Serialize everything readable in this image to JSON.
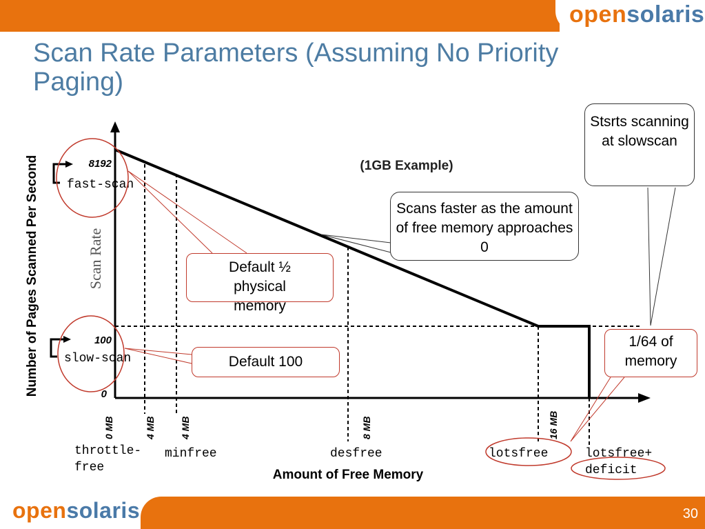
{
  "brand": {
    "part1": "open",
    "part2": "solaris"
  },
  "slide": {
    "title": "Scan Rate Parameters (Assuming No Priority Paging)",
    "page_number": "30"
  },
  "chart_data": {
    "type": "line",
    "title": "(1GB Example)",
    "xlabel": "Amount of Free Memory",
    "ylabel": "Number of Pages Scanned Per Second",
    "ylabel_inner": "Scan Rate",
    "y_ticks": [
      {
        "label": "8192",
        "value": 8192,
        "name": "fast-scan"
      },
      {
        "label": "100",
        "value": 100,
        "name": "slow-scan"
      },
      {
        "label": "0",
        "value": 0
      }
    ],
    "x_ticks": [
      {
        "label": "0 MB",
        "value": 0,
        "name": "throttle-free"
      },
      {
        "label": "4 MB",
        "value": 4
      },
      {
        "label": "4 MB",
        "value": 4,
        "name": "minfree"
      },
      {
        "label": "8 MB",
        "value": 8,
        "name": "desfree"
      },
      {
        "label": "16 MB",
        "value": 16,
        "name": "lotsfree"
      },
      {
        "name": "lotsfree+\ndeficit"
      }
    ],
    "y_names": {
      "fast": "fast-\nscan",
      "slow": "slow-\nscan"
    },
    "x_names": {
      "throttle": "throttle-\nfree",
      "minfree": "minfree",
      "desfree": "desfree",
      "lotsfree": "lotsfree",
      "lotsfree_deficit": "lotsfree+\ndeficit"
    },
    "series": [
      {
        "values": [
          [
            0,
            8192
          ],
          [
            16,
            100
          ]
        ],
        "then": "constant 100 until lotsfree+deficit, then 0"
      }
    ]
  },
  "callouts": {
    "stsrts": "Stsrts scanning\nat slowscan",
    "scans_faster": "Scans faster as the amount of free memory approaches 0",
    "default_half": "Default ½ physical memory",
    "default_100": "Default 100",
    "one_64": "1/64 of memory"
  },
  "colors": {
    "orange": "#e8720e",
    "blue": "#4d7ca3",
    "red": "#c0392b"
  }
}
